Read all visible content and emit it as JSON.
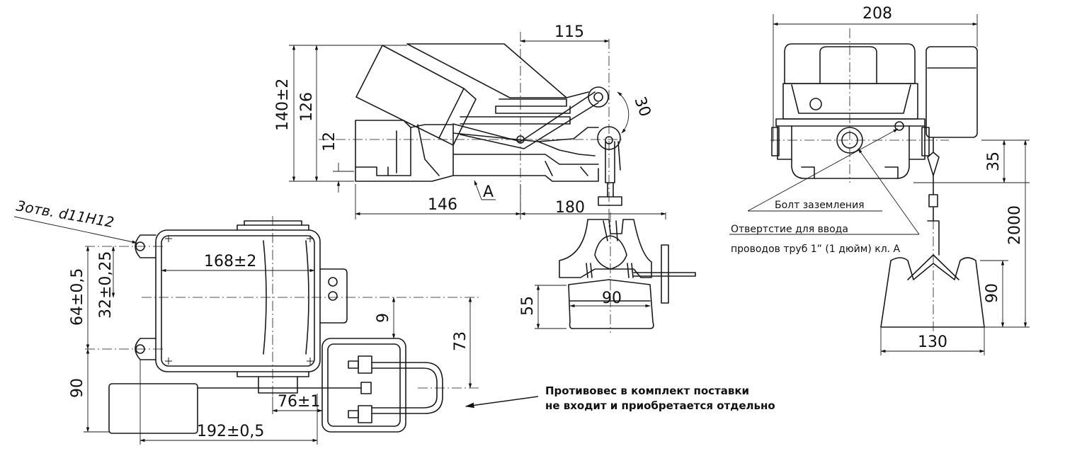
{
  "diagram": {
    "side_view": {
      "dim_width_top": "115",
      "dim_height_total": "140±2",
      "dim_height_body": "126",
      "dim_base_offset": "12",
      "dim_angle": "30",
      "dim_length_left": "146",
      "dim_length_right": "180",
      "view_label": "A"
    },
    "plan_view": {
      "holes_label": "3отв. d11H12",
      "dim_hole_spacing": "168±2",
      "dim_vert_1": "64±0,5",
      "dim_vert_2": "32±0,25",
      "dim_offset_9": "9",
      "dim_73": "73",
      "dim_90": "90",
      "dim_76": "76±1",
      "dim_192": "192±0,5"
    },
    "roller_view": {
      "dim_55": "55",
      "dim_90": "90"
    },
    "front_view": {
      "dim_width": "208",
      "dim_35": "35",
      "dim_2000": "2000",
      "dim_90": "90",
      "dim_130": "130",
      "label_ground_bolt": "Болт  заземления",
      "label_entry_1": "Отвертстие для ввода",
      "label_entry_2": "проводов труб 1” (1 дюйм) кл. А"
    },
    "note": {
      "line1": "Противовес в комплект поставки",
      "line2": "не входит и приобретается отдельно"
    }
  }
}
